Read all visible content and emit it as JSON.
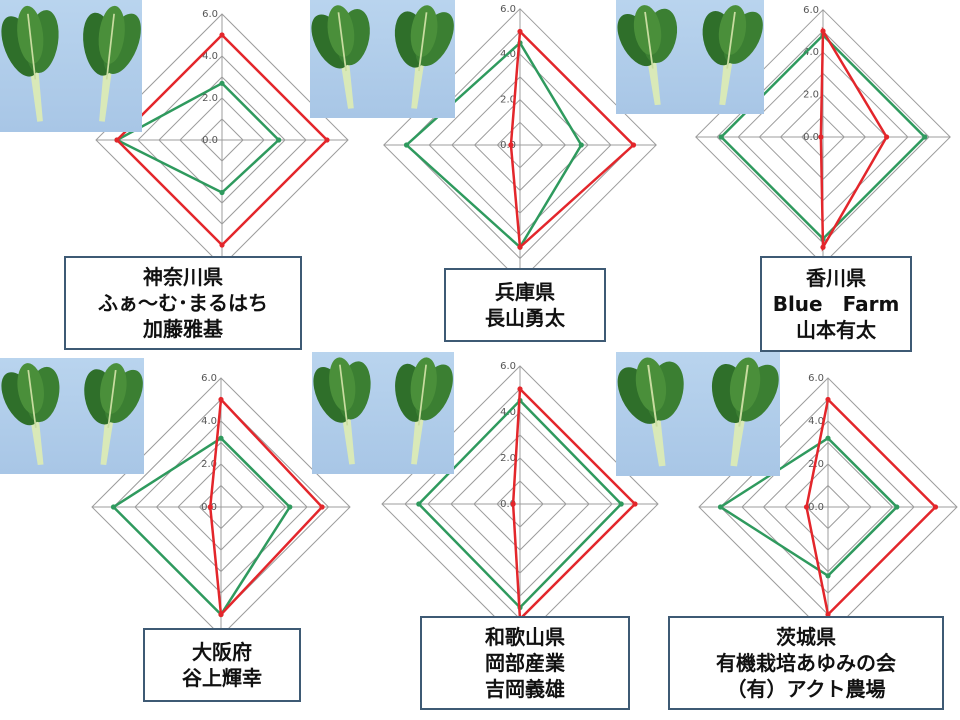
{
  "colors": {
    "red": "#e3262b",
    "green": "#2f9a5e",
    "grid": "#9c9c9c",
    "box_border": "#3e5a74"
  },
  "icons": [
    "leafy-greens-photo"
  ],
  "chart_data": [
    {
      "type": "radar",
      "rlim": [
        0,
        6
      ],
      "ticks": [
        "0.0",
        "2.0",
        "4.0",
        "6.0"
      ],
      "series": [
        {
          "values": [
            5.0,
            5.0,
            5.0,
            5.0
          ]
        },
        {
          "values": [
            2.7,
            2.7,
            2.5,
            5.0
          ]
        }
      ],
      "label": [
        "神奈川県",
        "ふぁ～む･まるはち",
        "加藤雅基"
      ]
    },
    {
      "type": "radar",
      "rlim": [
        0,
        6
      ],
      "ticks": [
        "0.0",
        "2.0",
        "4.0",
        "6.0"
      ],
      "series": [
        {
          "values": [
            5.0,
            5.0,
            4.5,
            0.4
          ]
        },
        {
          "values": [
            4.5,
            2.7,
            4.5,
            5.0
          ]
        }
      ],
      "label": [
        "兵庫県",
        "長山勇太"
      ]
    },
    {
      "type": "radar",
      "rlim": [
        0,
        6
      ],
      "ticks": [
        "0.0",
        "2.0",
        "4.0",
        "6.0"
      ],
      "series": [
        {
          "values": [
            5.0,
            3.0,
            5.2,
            0.1
          ]
        },
        {
          "values": [
            4.8,
            4.8,
            4.8,
            4.8
          ]
        }
      ],
      "label": [
        "香川県",
        "Blue　Farm",
        "山本有太"
      ]
    },
    {
      "type": "radar",
      "rlim": [
        0,
        6
      ],
      "ticks": [
        "0.0",
        "2.0",
        "4.0",
        "6.0"
      ],
      "series": [
        {
          "values": [
            5.0,
            4.7,
            5.0,
            0.5
          ]
        },
        {
          "values": [
            3.2,
            3.2,
            5.0,
            5.0
          ]
        }
      ],
      "label": [
        "大阪府",
        "谷上輝幸"
      ]
    },
    {
      "type": "radar",
      "rlim": [
        0,
        6
      ],
      "ticks": [
        "0.0",
        "2.0",
        "4.0",
        "6.0"
      ],
      "series": [
        {
          "values": [
            5.0,
            5.0,
            5.0,
            0.3
          ]
        },
        {
          "values": [
            4.5,
            4.4,
            4.5,
            4.4
          ]
        }
      ],
      "label": [
        "和歌山県",
        "岡部産業",
        "吉岡義雄"
      ]
    },
    {
      "type": "radar",
      "rlim": [
        0,
        6
      ],
      "ticks": [
        "0.0",
        "2.0",
        "4.0",
        "6.0"
      ],
      "series": [
        {
          "values": [
            5.0,
            5.0,
            5.0,
            1.0
          ]
        },
        {
          "values": [
            3.2,
            3.2,
            3.2,
            5.0
          ]
        }
      ],
      "label": [
        "茨城県",
        "有機栽培あゆみの会",
        "（有）アクト農場"
      ]
    }
  ]
}
